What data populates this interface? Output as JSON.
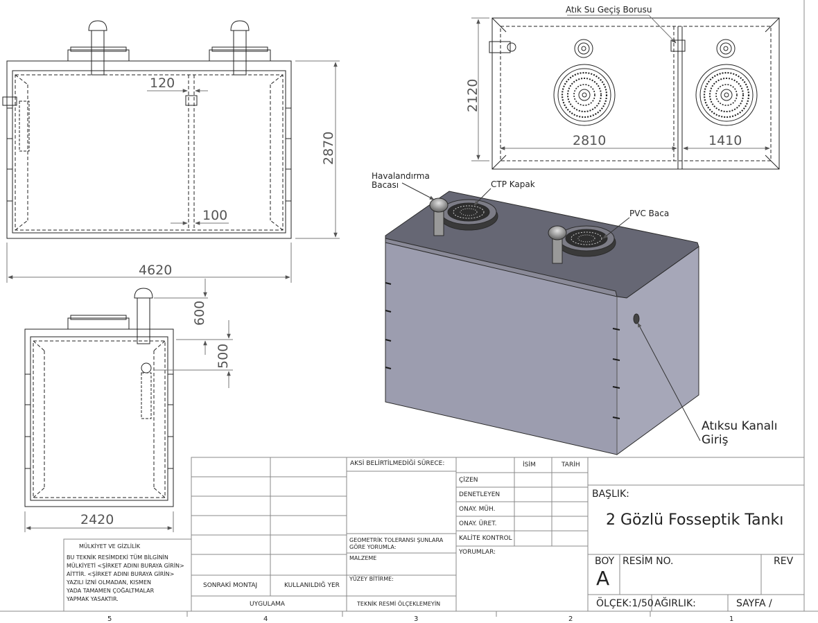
{
  "dimensions": {
    "front_width": "4620",
    "front_height": "2870",
    "gap_top": "120",
    "gap_bottom": "100",
    "top_height": "2120",
    "top_left_width": "2810",
    "top_right_width": "1410",
    "side_width": "2420",
    "side_dim_600": "600",
    "side_dim_500": "500"
  },
  "callouts": {
    "atik_su": "Atık Su Geçiş Borusu",
    "havalandirma_1": "Havalandırma",
    "havalandirma_2": "Bacası",
    "ctp": "CTP Kapak",
    "pvc": "PVC Baca",
    "atiksu_1": "Atıksu Kanalı",
    "atiksu_2": "Giriş"
  },
  "title_block": {
    "aksi": "AKSİ BELİRTİLMEDİĞİ SÜRECE:",
    "isim": "İSİM",
    "tarih": "TARİH",
    "cizen": "ÇİZEN",
    "denetleyen": "DENETLEYEN",
    "onay_muh": "ONAY. MÜH.",
    "onay_uret": "ONAY. ÜRET.",
    "kalite": "KALİTE KONTROL",
    "yorumlar": "YORUMLAR:",
    "geometrik_1": "GEOMETRİK TOLERANSI ŞUNLARA",
    "geometrik_2": "GÖRE YORUMLA:",
    "malzeme": "MALZEME",
    "yuzey": "YÜZEY BİTİRME:",
    "teknik": "TEKNİK RESMİ ÖLÇEKLEMEYİN",
    "sonraki": "SONRAKİ MONTAJ",
    "kullanildigi": "KULLANILDIĞ YER",
    "uygulama": "UYGULAMA",
    "baslik": "BAŞLIK:",
    "title": "2 Gözlü Fosseptik Tankı",
    "boy": "BOY",
    "boy_value": "A",
    "resim_no": "RESİM  NO.",
    "rev": "REV",
    "olcek": "ÖLÇEK:1/50",
    "agirlik": "AĞIRLIK:",
    "sayfa": "SAYFA  /"
  },
  "ownership": {
    "heading": "MÜLKİYET VE GİZLİLİK",
    "lines": [
      "BU TEKNİK RESİMDEKİ TÜM BİLGİNİN",
      "MÜLKİYETİ <ŞİRKET ADINI BURAYA GİRİN>",
      "AİTTİR.  <ŞİRKET ADINI BURAYA GİRİN>",
      "YAZILI İZNİ OLMADAN, KISMEN",
      "YADA TAMAMEN ÇOĞALTMALAR",
      "YAPMAK YASAKTIR."
    ]
  },
  "zones": [
    "5",
    "4",
    "3",
    "2",
    "1"
  ]
}
